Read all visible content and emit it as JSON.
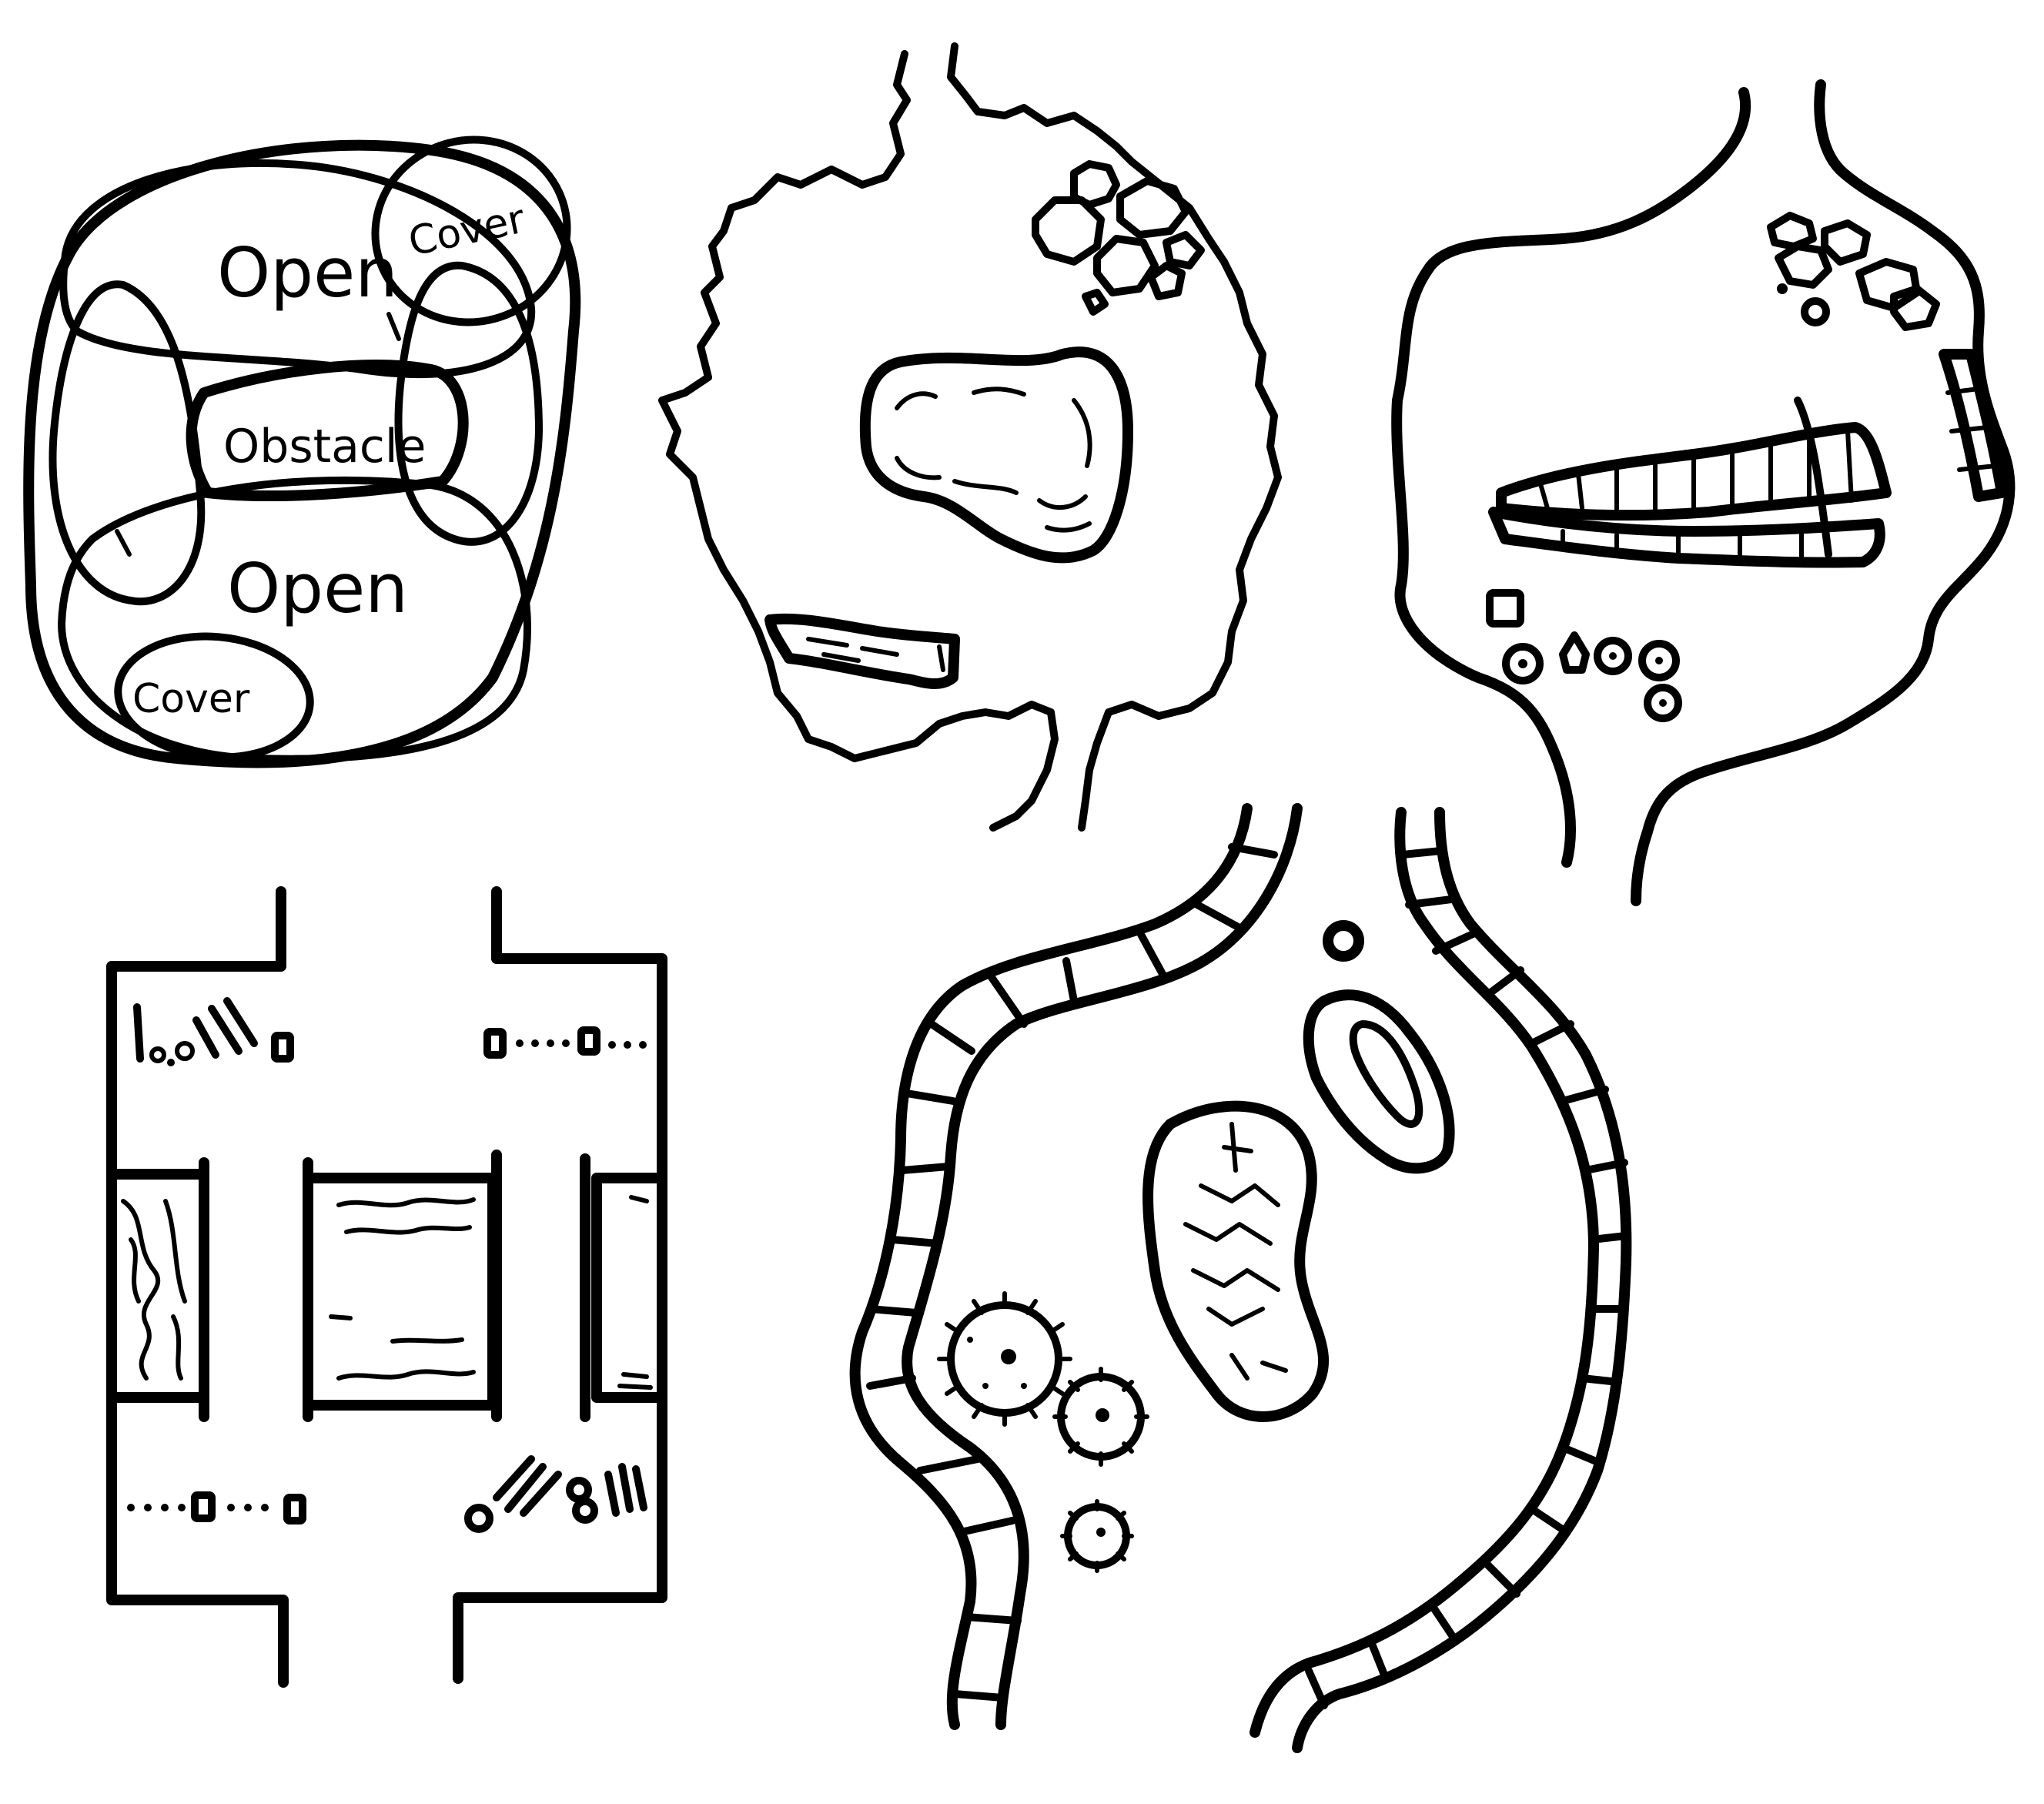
{
  "zone_diagram": {
    "labels": {
      "open_top": "Open",
      "cover_top": "Cover",
      "obstacle": "Obstacle",
      "open_bottom": "Open",
      "cover_bottom": "Cover"
    }
  },
  "colors": {
    "ink": "#000000",
    "paper": "#ffffff"
  }
}
